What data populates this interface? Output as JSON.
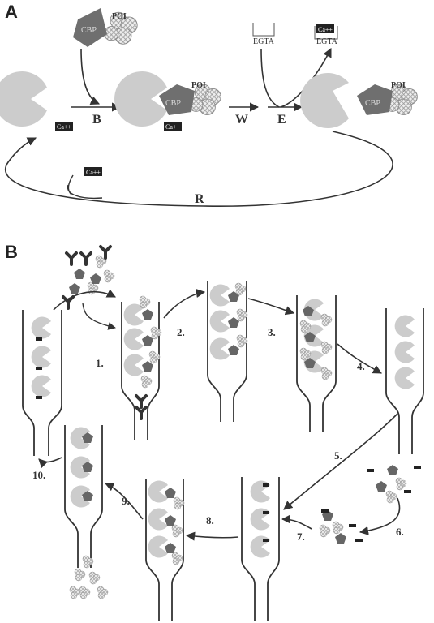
{
  "panels": {
    "a": "A",
    "b": "B"
  },
  "labels": {
    "cbp": "CBP",
    "poi": "POI",
    "ca": "Ca++",
    "egta": "EGTA",
    "B": "B",
    "W": "W",
    "E": "E",
    "R": "R"
  },
  "steps": [
    "1.",
    "2.",
    "3.",
    "4.",
    "5.",
    "6.",
    "7.",
    "8.",
    "9.",
    "10."
  ]
}
